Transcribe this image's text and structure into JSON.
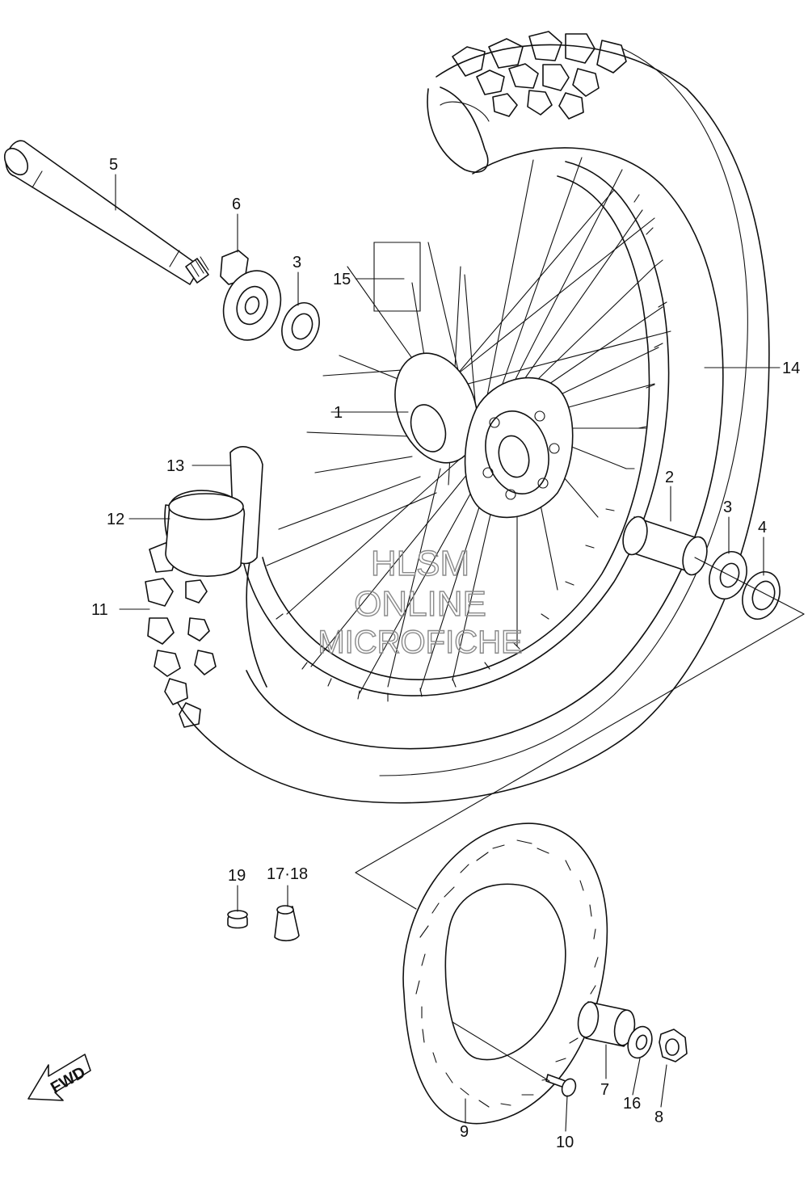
{
  "callouts": [
    {
      "id": "1",
      "text": "1"
    },
    {
      "id": "2",
      "text": "2"
    },
    {
      "id": "3a",
      "text": "3"
    },
    {
      "id": "3b",
      "text": "3"
    },
    {
      "id": "4",
      "text": "4"
    },
    {
      "id": "5",
      "text": "5"
    },
    {
      "id": "6",
      "text": "6"
    },
    {
      "id": "7",
      "text": "7"
    },
    {
      "id": "8",
      "text": "8"
    },
    {
      "id": "9",
      "text": "9"
    },
    {
      "id": "10",
      "text": "10"
    },
    {
      "id": "11",
      "text": "11"
    },
    {
      "id": "12",
      "text": "12"
    },
    {
      "id": "13",
      "text": "13"
    },
    {
      "id": "14",
      "text": "14"
    },
    {
      "id": "15",
      "text": "15"
    },
    {
      "id": "16",
      "text": "16"
    },
    {
      "id": "17-18",
      "text": "17·18"
    },
    {
      "id": "19",
      "text": "19"
    }
  ],
  "watermark": {
    "line1": "HLSM",
    "line2": "ONLINE",
    "line3": "MICROFICHE"
  },
  "fwd_label": "FWD"
}
